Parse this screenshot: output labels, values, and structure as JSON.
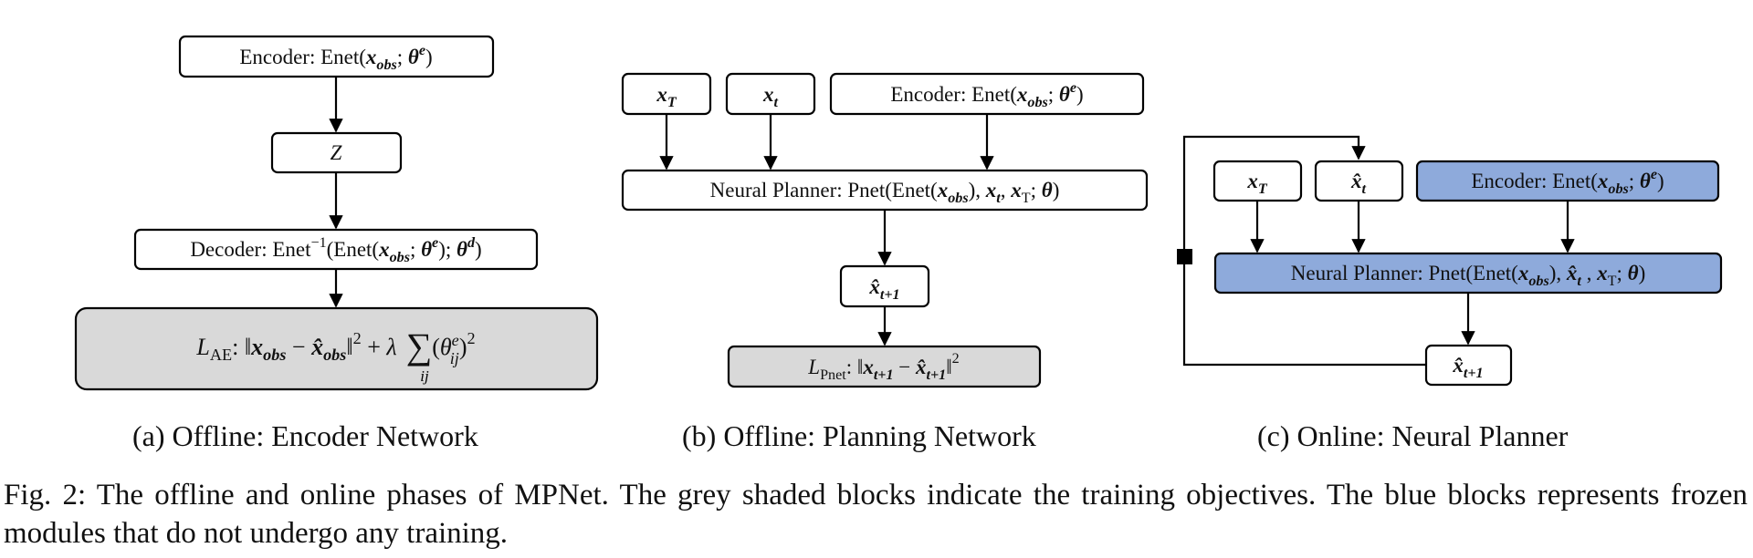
{
  "panels": {
    "a": {
      "caption": "(a) Offline: Encoder Network",
      "encoder": "Encoder: Enet(xobs; θe)",
      "latent": "Z",
      "decoder": "Decoder: Enet−1(Enet(xobs; θe); θd)",
      "loss": "LAE: ‖xobs − x̂obs‖2 + λ ∑ij (θeij)2"
    },
    "b": {
      "caption": "(b) Offline: Planning Network",
      "xT": "xT",
      "xt": "xt",
      "encoder": "Encoder: Enet(xobs; θe)",
      "planner": "Neural Planner: Pnet(Enet(xobs), xt, xT; θ)",
      "output": "x̂t+1",
      "loss": "LPnet: ‖xt+1 − x̂t+1‖2"
    },
    "c": {
      "caption": "(c) Online: Neural Planner",
      "xT": "xT",
      "xhat_t": "x̂t",
      "encoder": "Encoder: Enet(xobs; θe)",
      "planner": "Neural Planner: Pnet(Enet(xobs), x̂t, xT; θ)",
      "output": "x̂t+1"
    }
  },
  "figure_caption": "Fig. 2: The offline and online phases of MPNet. The grey shaded blocks indicate the training objectives. The blue blocks represents frozen modules that do not undergo any training.",
  "colors": {
    "grey_block": "#d9d9d9",
    "blue_block": "#8eaadb"
  }
}
